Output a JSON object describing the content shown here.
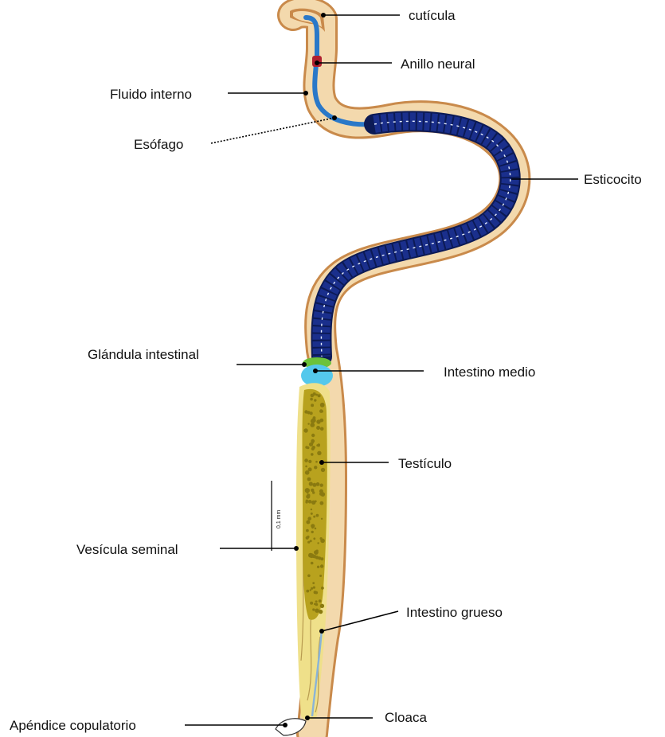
{
  "labels": {
    "cuticula": "cutícula",
    "anillo_neural": "Anillo neural",
    "fluido_interno": "Fluido interno",
    "esofago": "Esófago",
    "esticocito": "Esticocito",
    "glandula_intestinal": "Glándula intestinal",
    "intestino_medio": "Intestino medio",
    "testiculo": "Testículo",
    "vesicula_seminal": "Vesícula seminal",
    "intestino_grueso": "Intestino grueso",
    "apendice_copulatorio": "Apéndice copulatorio",
    "cloaca": "Cloaca"
  },
  "scale_bar": {
    "text": "0,1 mm"
  },
  "colors": {
    "cuticle": "#c98a4b",
    "body_fluid": "#f3d9ad",
    "esophagus": "#2a78c8",
    "stichocytes": "#1a2f8c",
    "stichocyte_edge": "#0c1a55",
    "intestinal_gland": "#6cc23a",
    "midgut": "#54c8ec",
    "testis": "#b8a21e",
    "testis_cells": "#8a7a10",
    "seminal_vesicle": "#efe08a",
    "nerve_ring": "#b02030"
  }
}
